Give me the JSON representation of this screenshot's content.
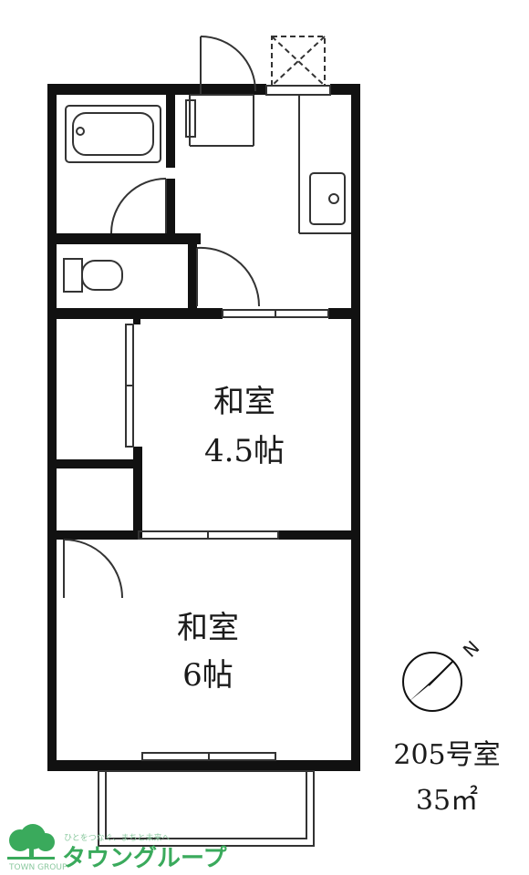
{
  "rooms": [
    {
      "name": "和室",
      "size": "4.5帖"
    },
    {
      "name": "和室",
      "size": "6帖"
    }
  ],
  "unit": {
    "number": "205号室",
    "area": "35㎡"
  },
  "compass": {
    "label": "N"
  },
  "brand": {
    "name": "タウングループ",
    "tagline": "ひとをつなぐ、まちと未来へ",
    "mark_text": "TOWN GROUP",
    "color": "#3aaa5c"
  },
  "colors": {
    "wall": "#111111",
    "line": "#333333",
    "background": "#ffffff"
  }
}
